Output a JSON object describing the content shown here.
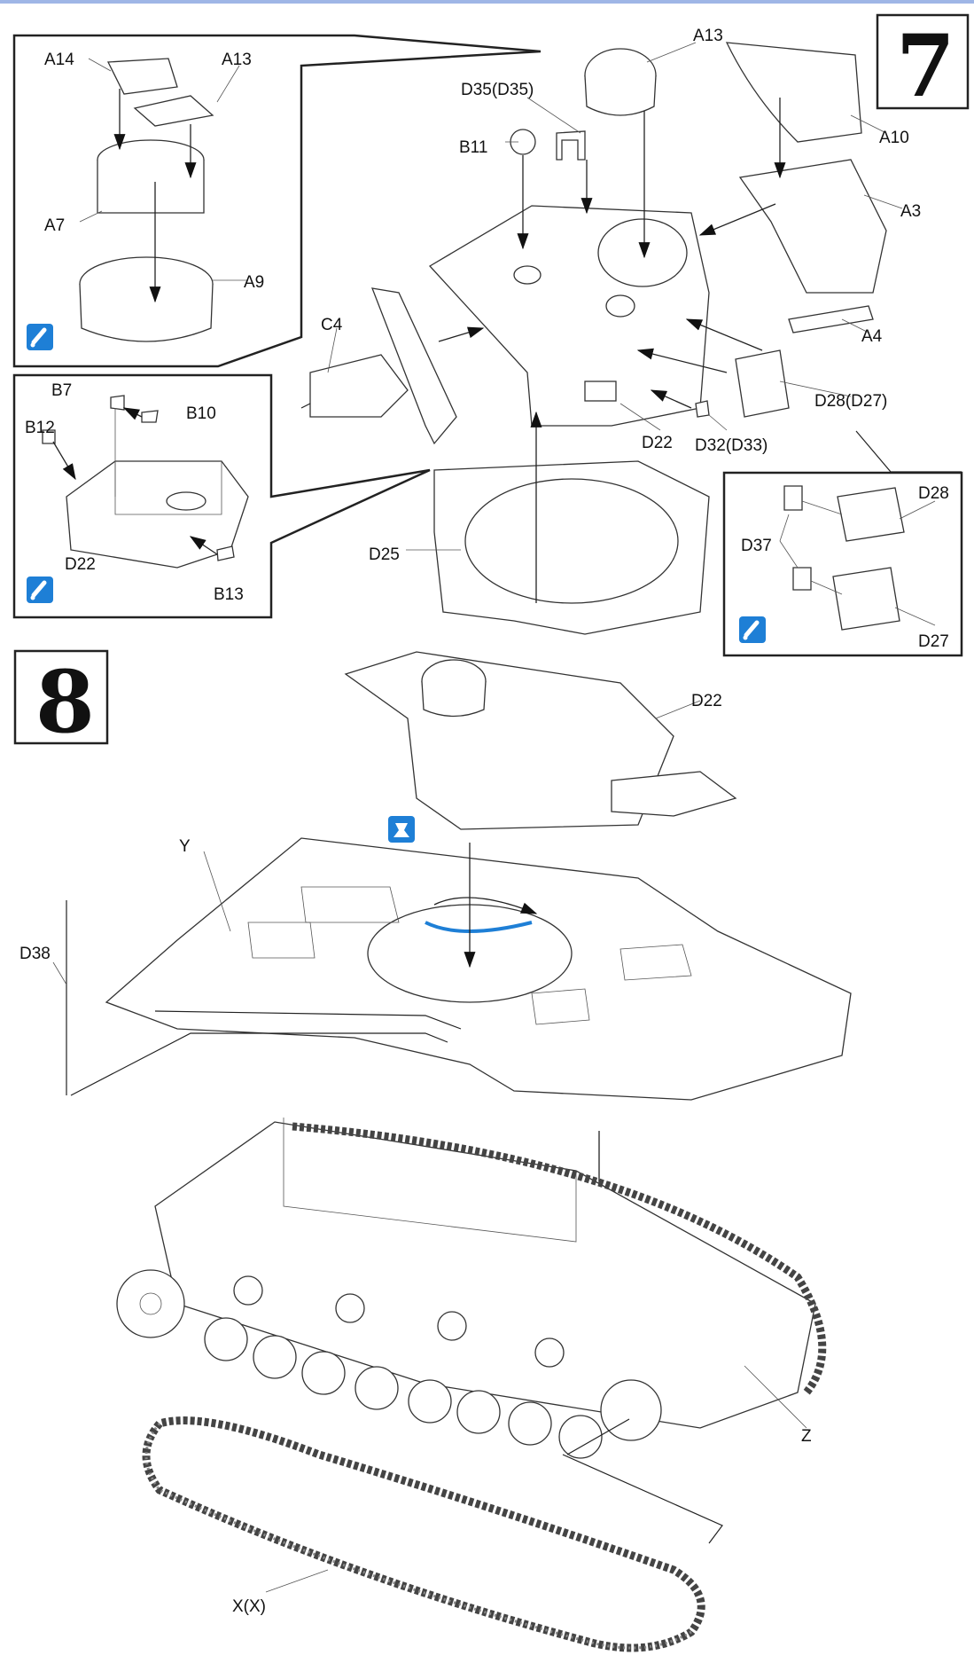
{
  "steps": {
    "step7": {
      "number": "7",
      "labels": {
        "a14": "A14",
        "a13_inset": "A13",
        "a7": "A7",
        "a9": "A9",
        "b7": "B7",
        "b10": "B10",
        "b12": "B12",
        "d22_inset": "D22",
        "b13": "B13",
        "a13": "A13",
        "d35": "D35(D35)",
        "b11": "B11",
        "a10": "A10",
        "a3": "A3",
        "c4": "C4",
        "a4": "A4",
        "d28_d27": "D28(D27)",
        "d22": "D22",
        "d32_d33": "D32(D33)",
        "d25": "D25",
        "d28": "D28",
        "d37": "D37",
        "d27": "D27"
      }
    },
    "step8": {
      "number": "8",
      "labels": {
        "d22": "D22",
        "y": "Y",
        "d38": "D38",
        "z": "Z",
        "x": "X(X)"
      }
    }
  },
  "icons": {
    "tool_icon": "attention-icon",
    "cement_icon": "cement-icon"
  },
  "colors": {
    "accent_blue": "#1e7fd6",
    "line": "#222222"
  }
}
